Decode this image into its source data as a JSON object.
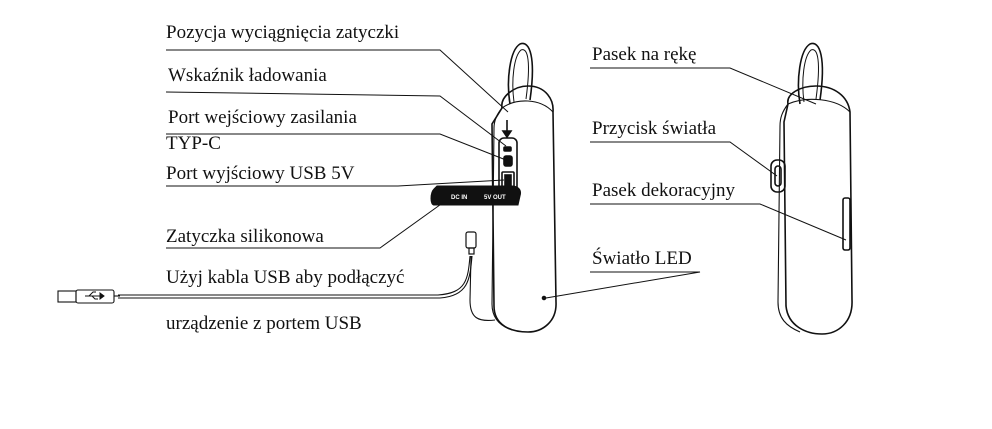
{
  "labels": {
    "plug_position": "Pozycja wyciągnięcia zatyczki",
    "charging_indicator": "Wskaźnik ładowania",
    "input_port": "Port wejściowy zasilania",
    "input_port_type": "TYP-C",
    "usb_output": "Port wyjściowy USB 5V",
    "silicone_plug": "Zatyczka silikonowa",
    "cable_line1": "Użyj kabla USB aby podłączyć",
    "cable_line2": "urządzenie z portem USB",
    "hand_strap": "Pasek na rękę",
    "light_button": "Przycisk światła",
    "decor_strip": "Pasek dekoracyjny",
    "led_light": "Światło LED"
  },
  "port_markings": {
    "dc_in": "DC IN",
    "dc_out": "5V OUT"
  },
  "colors": {
    "line": "#111111",
    "background": "#ffffff"
  }
}
